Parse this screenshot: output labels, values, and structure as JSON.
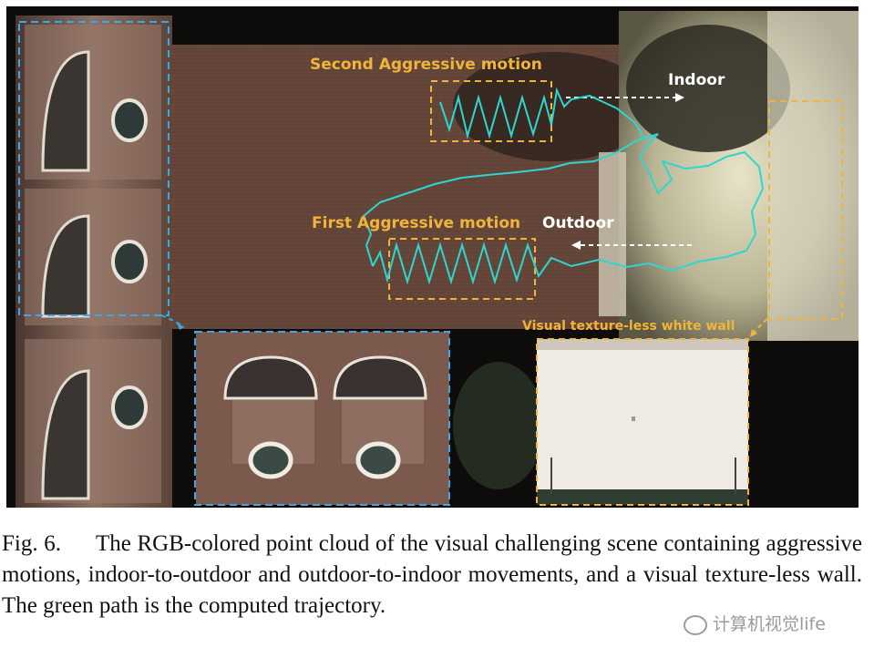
{
  "figure": {
    "labels": {
      "second_aggressive": "Second Aggressive motion",
      "first_aggressive": "First Aggressive motion",
      "indoor": "Indoor",
      "outdoor": "Outdoor",
      "texture_less": "Visual texture-less white wall"
    },
    "colors": {
      "trajectory": "#2fd6d0",
      "orange_box": "#f1b43a",
      "blue_box": "#3aa7e6",
      "brick": "#6b4a3c",
      "background": "#0d0c0b"
    }
  },
  "caption": {
    "figure_number": "Fig. 6.",
    "text": "The RGB-colored point cloud of the visual challenging scene containing aggressive motions, indoor-to-outdoor and outdoor-to-indoor movements, and a visual texture-less wall. The green path is the computed trajectory."
  },
  "watermark": {
    "text": "计算机视觉life"
  }
}
